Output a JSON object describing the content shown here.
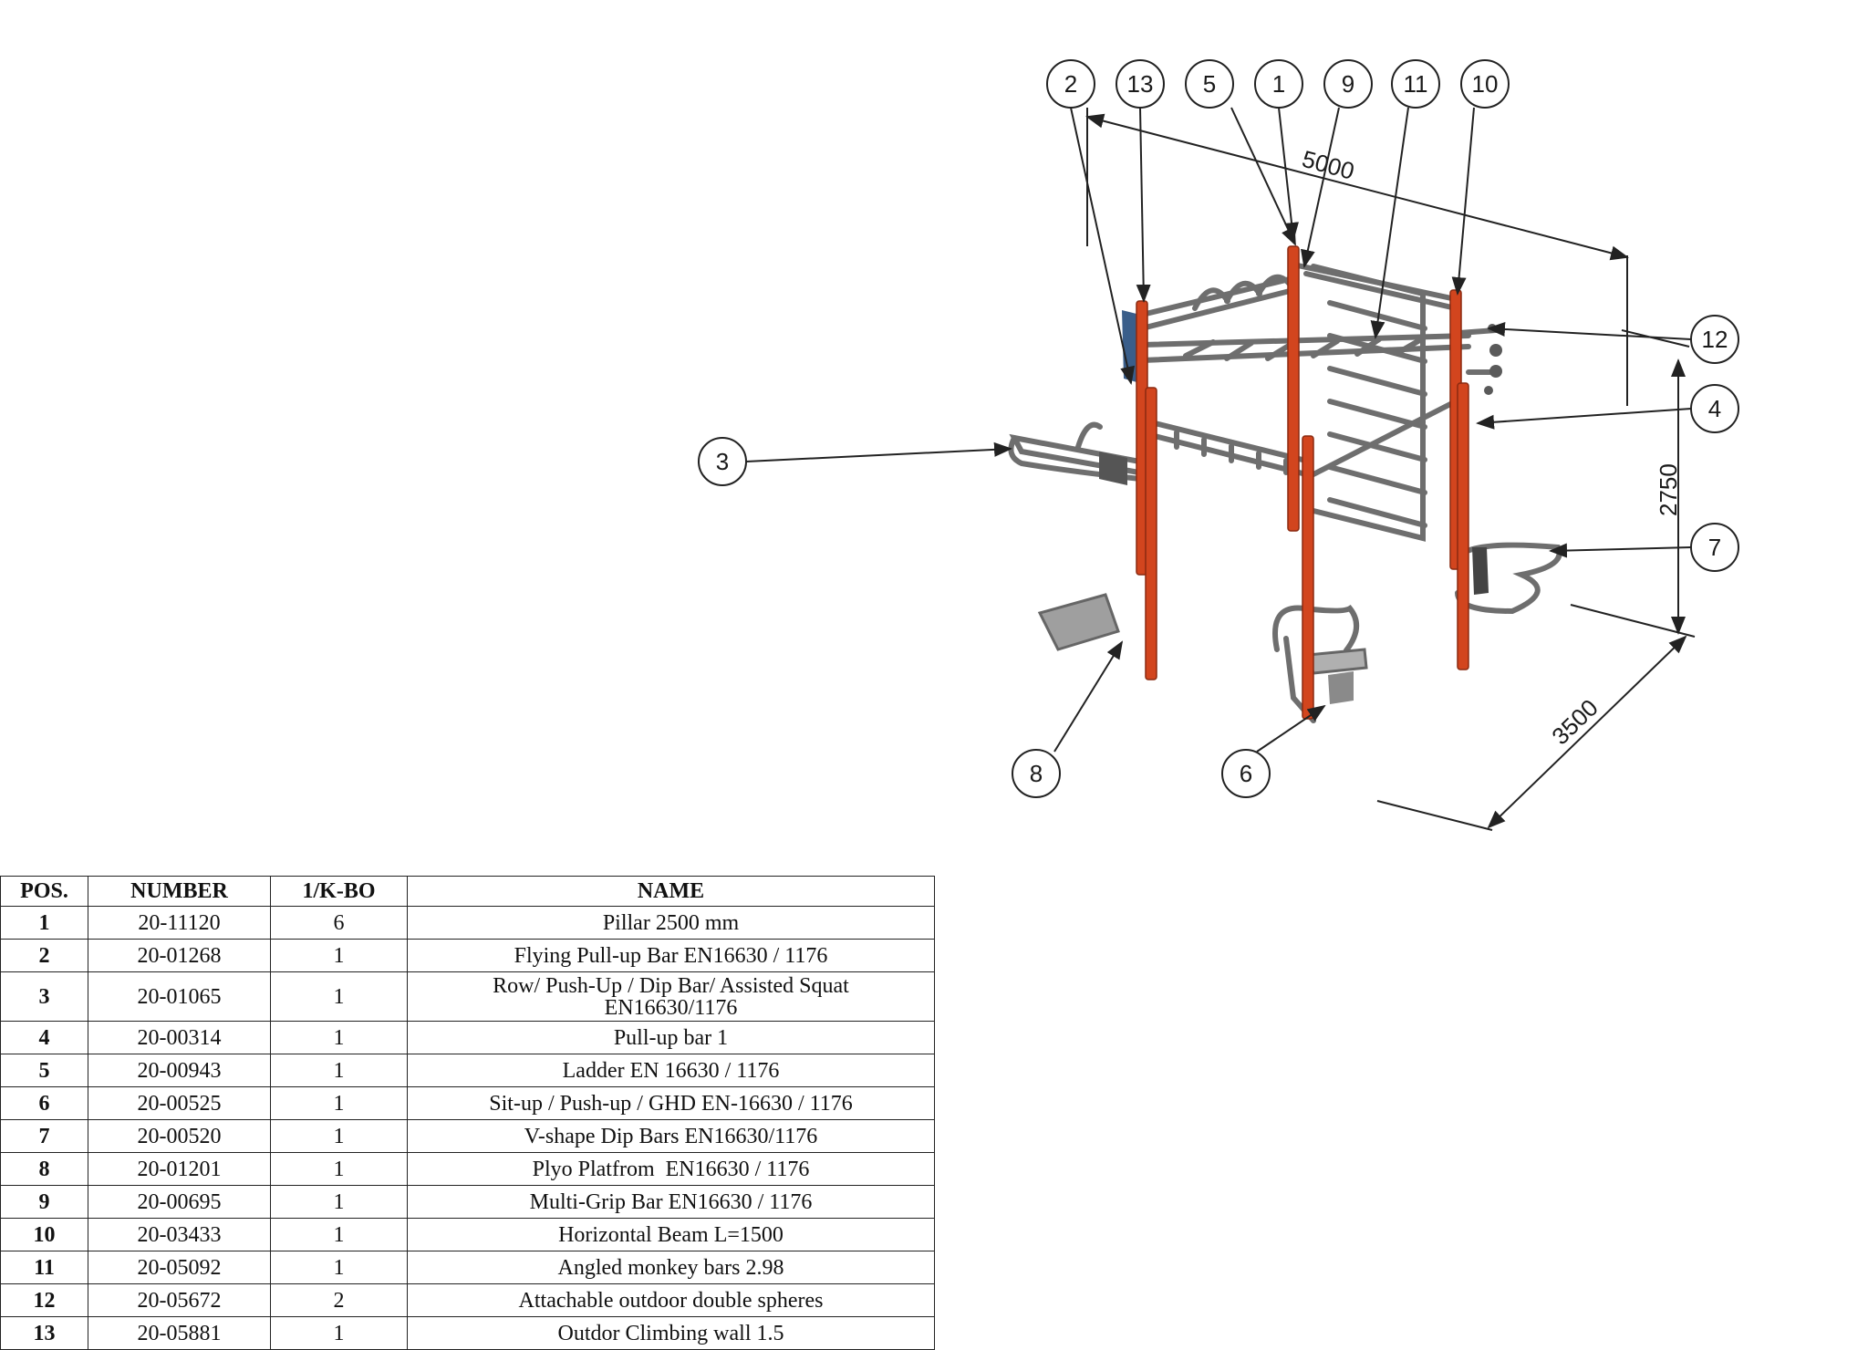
{
  "drawing": {
    "callouts": [
      "2",
      "13",
      "5",
      "1",
      "9",
      "11",
      "10",
      "12",
      "4",
      "3",
      "7",
      "8",
      "6"
    ],
    "dimensions": {
      "width": "5000",
      "height": "2750",
      "depth": "3500"
    },
    "colors": {
      "pillar": "#d2451e",
      "frame": "#6e6e6e",
      "plate": "#9a9a9a",
      "line": "#222222"
    }
  },
  "table": {
    "headers": {
      "pos": "POS.",
      "number": "NUMBER",
      "qty": "1/K-BO",
      "name": "NAME"
    },
    "rows": [
      {
        "pos": "1",
        "number": "20-11120",
        "qty": "6",
        "name": "Pillar 2500 mm"
      },
      {
        "pos": "2",
        "number": "20-01268",
        "qty": "1",
        "name": "Flying Pull-up Bar EN16630 / 1176"
      },
      {
        "pos": "3",
        "number": "20-01065",
        "qty": "1",
        "name": "Row/ Push-Up / Dip Bar/ Assisted Squat EN16630/1176"
      },
      {
        "pos": "4",
        "number": "20-00314",
        "qty": "1",
        "name": "Pull-up bar 1"
      },
      {
        "pos": "5",
        "number": "20-00943",
        "qty": "1",
        "name": "Ladder EN 16630 / 1176"
      },
      {
        "pos": "6",
        "number": "20-00525",
        "qty": "1",
        "name": "Sit-up / Push-up / GHD EN-16630 / 1176"
      },
      {
        "pos": "7",
        "number": "20-00520",
        "qty": "1",
        "name": "V-shape Dip Bars EN16630/1176"
      },
      {
        "pos": "8",
        "number": "20-01201",
        "qty": "1",
        "name": "Plyo Platfrom  EN16630 / 1176"
      },
      {
        "pos": "9",
        "number": "20-00695",
        "qty": "1",
        "name": "Multi-Grip Bar EN16630 / 1176"
      },
      {
        "pos": "10",
        "number": "20-03433",
        "qty": "1",
        "name": "Horizontal Beam L=1500"
      },
      {
        "pos": "11",
        "number": "20-05092",
        "qty": "1",
        "name": "Angled monkey bars 2.98"
      },
      {
        "pos": "12",
        "number": "20-05672",
        "qty": "2",
        "name": "Attachable outdoor double spheres"
      },
      {
        "pos": "13",
        "number": "20-05881",
        "qty": "1",
        "name": "Outdor Climbing wall 1.5"
      }
    ]
  }
}
